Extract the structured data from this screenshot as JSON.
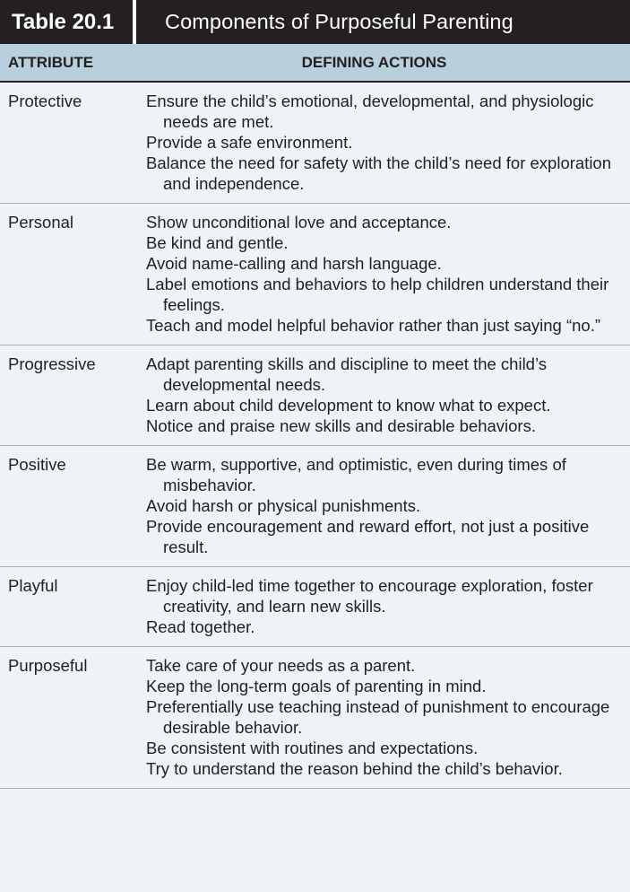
{
  "table": {
    "label": "Table 20.1",
    "title": "Components of Purposeful Parenting",
    "col_attribute": "ATTRIBUTE",
    "col_actions": "DEFINING ACTIONS",
    "rows": [
      {
        "attribute": "Protective",
        "actions": [
          "Ensure the child’s emotional, developmental, and physiologic needs are met.",
          "Provide a safe environment.",
          "Balance the need for safety with the child’s need for exploration and independence."
        ]
      },
      {
        "attribute": "Personal",
        "actions": [
          "Show unconditional love and acceptance.",
          "Be kind and gentle.",
          "Avoid name-calling and harsh language.",
          "Label emotions and behaviors to help children understand their feelings.",
          "Teach and model helpful behavior rather than just saying “no.”"
        ]
      },
      {
        "attribute": "Progressive",
        "actions": [
          "Adapt parenting skills and discipline to meet the child’s developmental needs.",
          "Learn about child development to know what to expect.",
          "Notice and praise new skills and desirable behaviors."
        ]
      },
      {
        "attribute": "Positive",
        "actions": [
          "Be warm, supportive, and optimistic, even during times of misbehavior.",
          "Avoid harsh or physical punishments.",
          "Provide encouragement and reward effort, not just a positive result."
        ]
      },
      {
        "attribute": "Playful",
        "actions": [
          "Enjoy child-led time together to encourage exploration, foster creativity, and learn new skills.",
          "Read together."
        ]
      },
      {
        "attribute": "Purposeful",
        "actions": [
          "Take care of your needs as a parent.",
          "Keep the long-term goals of parenting in mind.",
          "Preferentially use teaching instead of punishment to encourage desirable behavior.",
          "Be consistent with routines and expectations.",
          "Try to understand the reason behind the child’s behavior."
        ]
      }
    ]
  },
  "colors": {
    "title_bg": "#242021",
    "header_bg": "#b8cfdc",
    "body_bg": "#eef3f6",
    "row_rule": "#9ab4c5"
  }
}
